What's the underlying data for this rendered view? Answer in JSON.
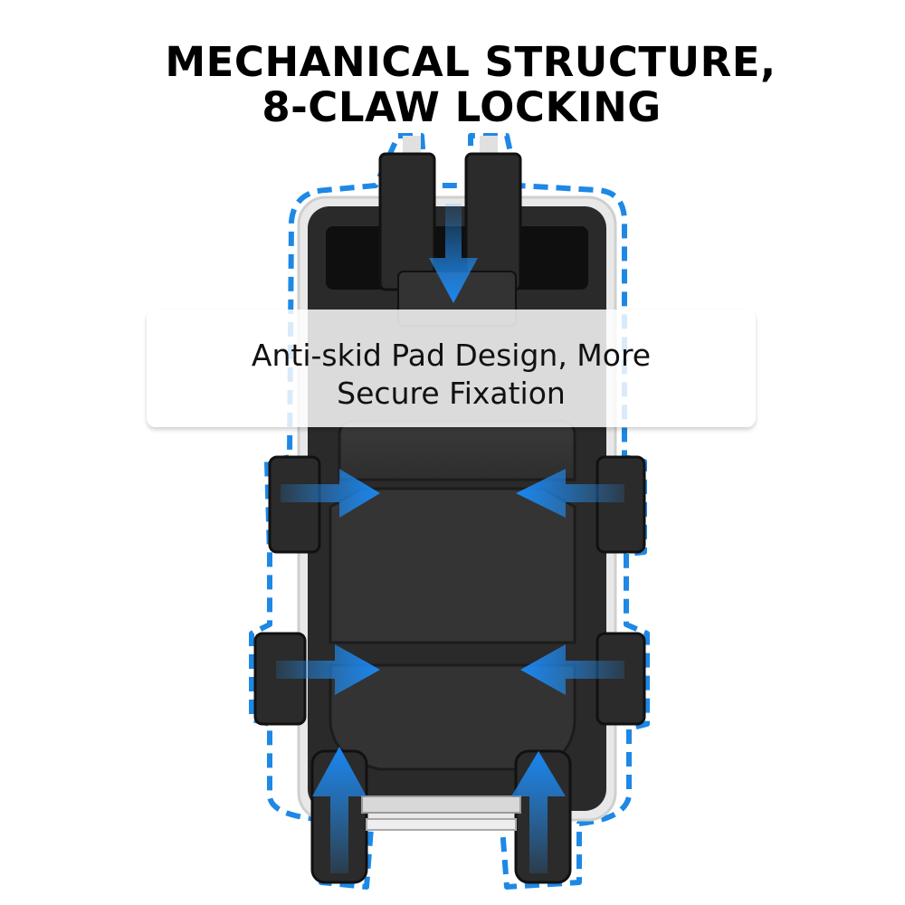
{
  "heading": {
    "line1": "MECHANICAL STRUCTURE,",
    "line2": "8-CLAW LOCKING"
  },
  "banner": {
    "line1": "Anti-skid Pad Design, More",
    "line2": "Secure Fixation"
  },
  "colors": {
    "outline_dash": "#1e88e5",
    "arrow": "#1a8cf0",
    "holder_body": "#2b2b2b",
    "holder_frame": "#e6e6e6"
  },
  "icons": {
    "product": "phone-holder-illustration",
    "arrows": "blue-grip-arrow"
  }
}
